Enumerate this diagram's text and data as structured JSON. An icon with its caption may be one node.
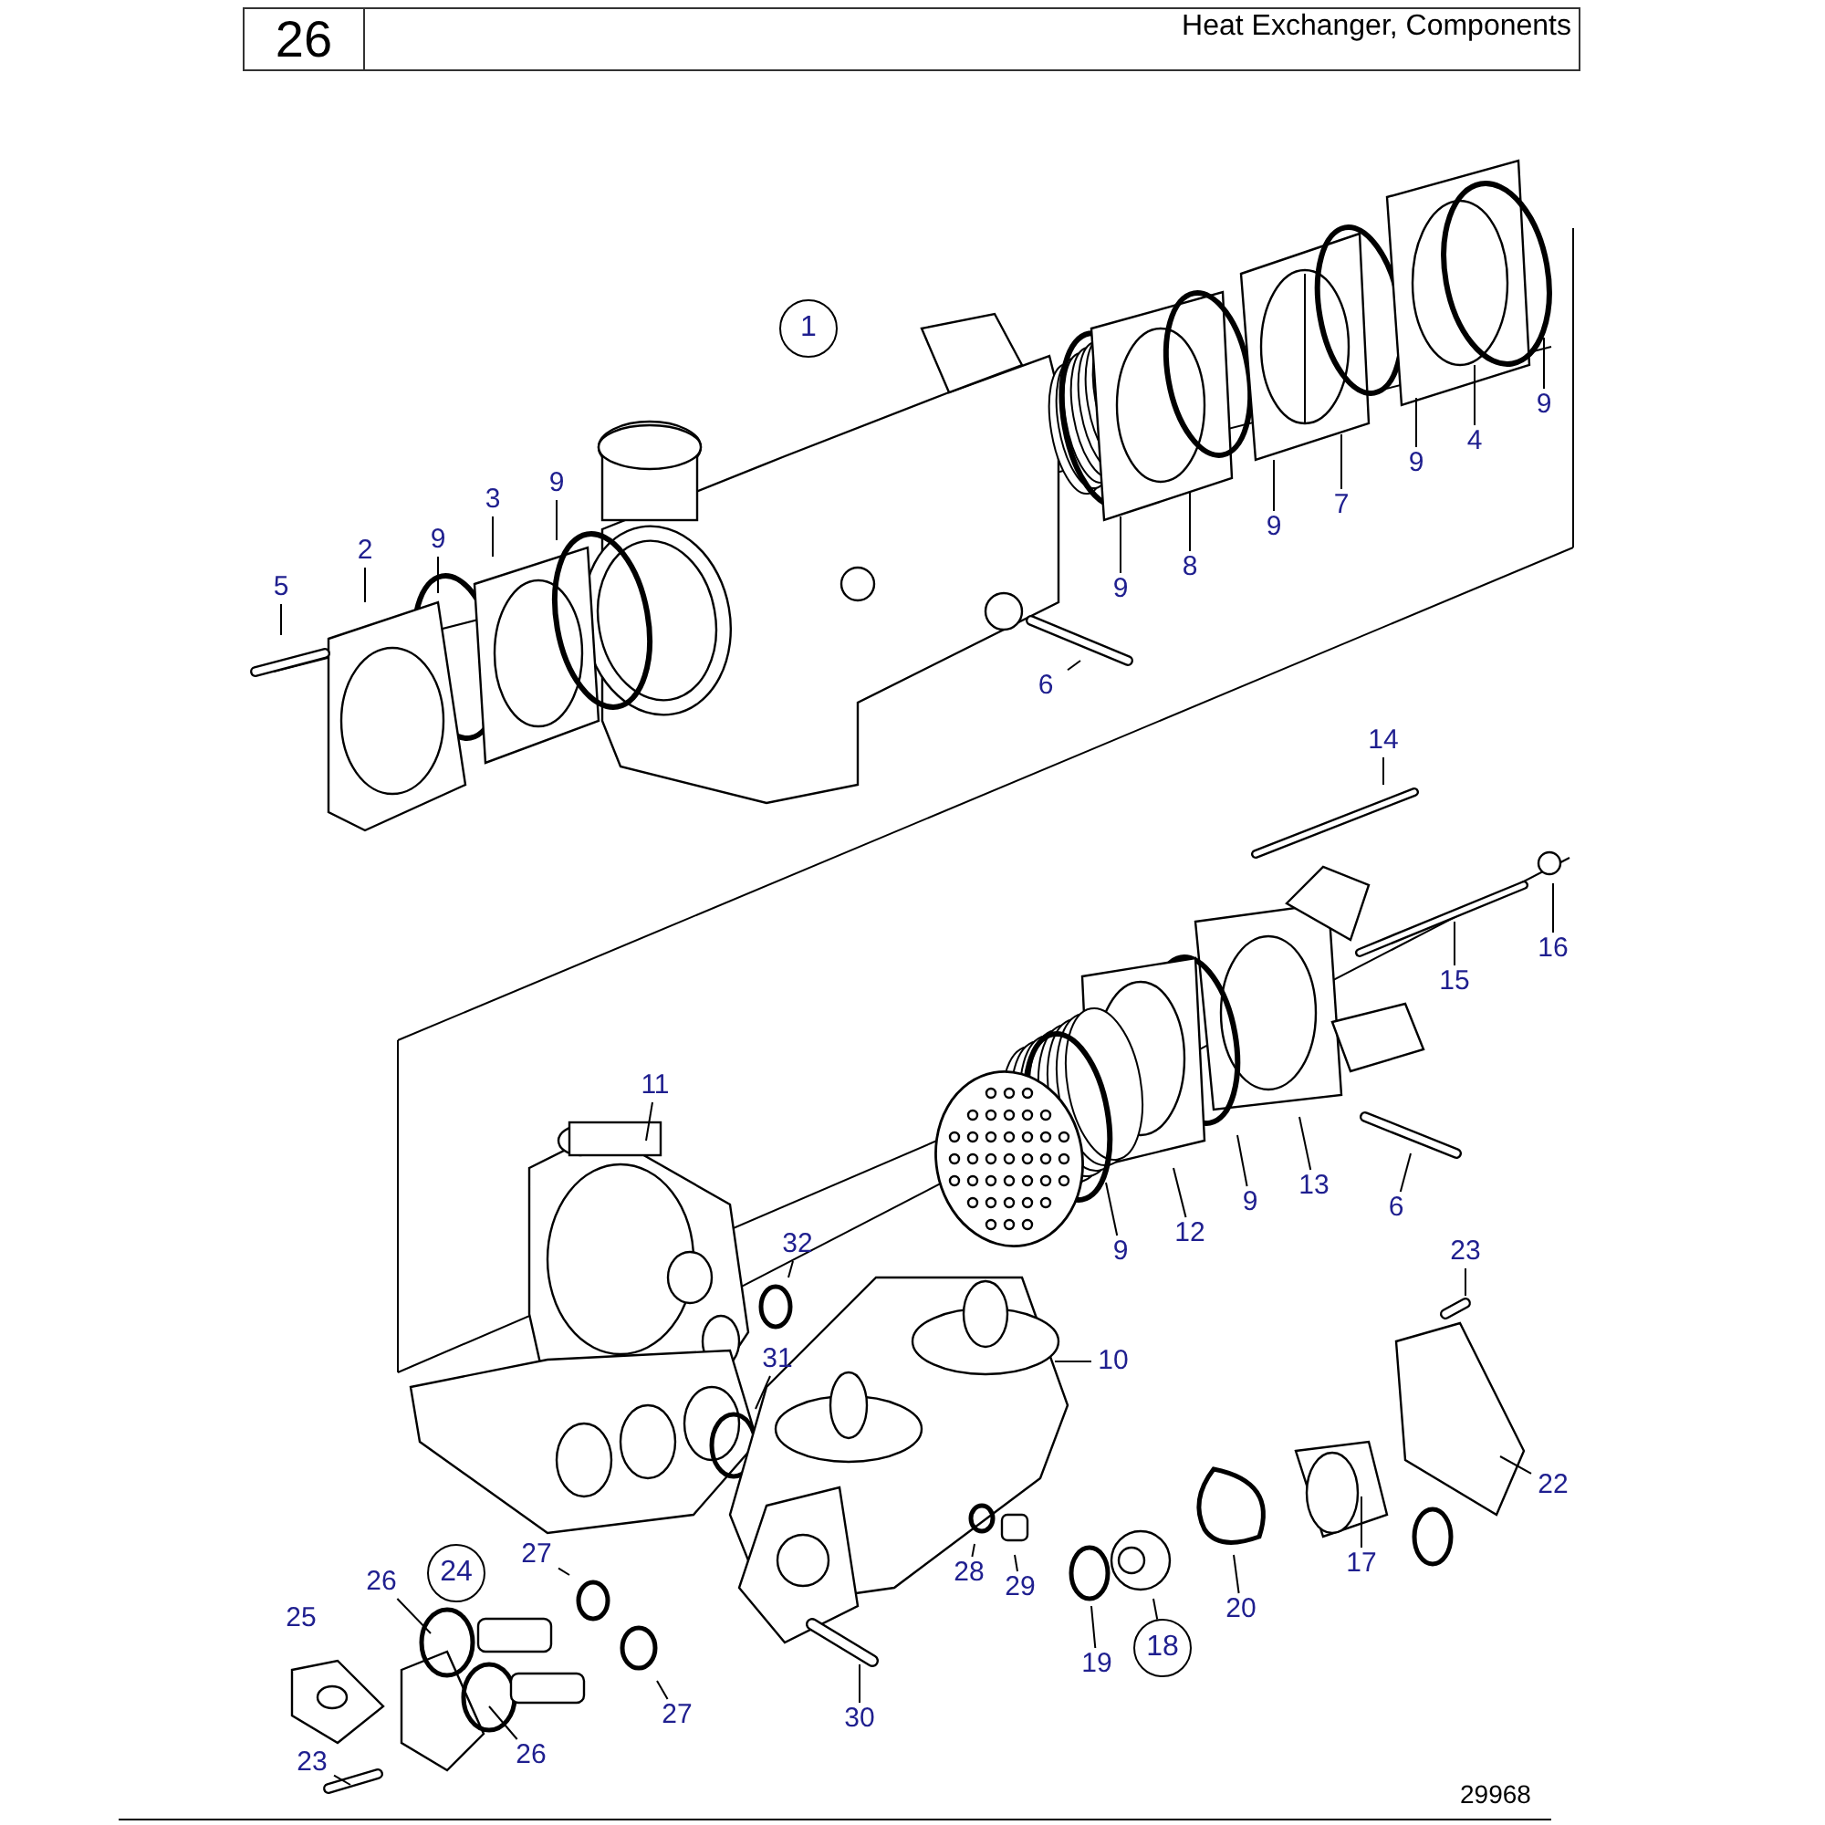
{
  "diagram": {
    "title": "Heat Exchanger, Components",
    "nodes": [
      {
        "text": [
          "1"
        ]
      },
      {
        "text": [
          "2"
        ]
      },
      {
        "text": [
          "9"
        ]
      },
      {
        "text": [
          "3"
        ]
      },
      {
        "text": [
          "9"
        ]
      },
      {
        "text": [
          "5"
        ]
      },
      {
        "text": [
          "9"
        ]
      },
      {
        "text": [
          "8"
        ]
      },
      {
        "text": [
          "9"
        ]
      },
      {
        "text": [
          "7"
        ]
      },
      {
        "text": [
          "9"
        ]
      },
      {
        "text": [
          "4"
        ]
      },
      {
        "text": [
          "9"
        ]
      },
      {
        "text": [
          "6"
        ]
      },
      {
        "text": [
          "14"
        ]
      },
      {
        "text": [
          "16"
        ]
      },
      {
        "text": [
          "15"
        ]
      },
      {
        "text": [
          "11"
        ]
      },
      {
        "text": [
          "9"
        ]
      },
      {
        "text": [
          "12"
        ]
      },
      {
        "text": [
          "9"
        ]
      },
      {
        "text": [
          "13"
        ]
      },
      {
        "text": [
          "6"
        ]
      },
      {
        "text": [
          "32"
        ]
      },
      {
        "text": [
          "23"
        ]
      },
      {
        "text": [
          "10"
        ]
      },
      {
        "text": [
          "31"
        ]
      },
      {
        "text": [
          "22"
        ]
      },
      {
        "text": [
          "27"
        ]
      },
      {
        "text": [
          "26"
        ]
      },
      {
        "text": [
          "28"
        ]
      },
      {
        "text": [
          "29"
        ]
      },
      {
        "text": [
          "17"
        ]
      },
      {
        "text": [
          "20"
        ]
      },
      {
        "text": [
          "24"
        ]
      },
      {
        "text": [
          "25"
        ]
      },
      {
        "text": [
          "19"
        ]
      },
      {
        "text": [
          "18"
        ]
      },
      {
        "text": [
          "27"
        ]
      },
      {
        "text": [
          "30"
        ]
      },
      {
        "text": [
          "23"
        ]
      },
      {
        "text": [
          "26"
        ]
      }
    ],
    "edges": [
      {
        "from": 1,
        "to": null,
        "arrow": "none"
      },
      {
        "from": 2,
        "to": null,
        "arrow": "none"
      },
      {
        "from": 3,
        "to": null,
        "arrow": "none"
      },
      {
        "from": 4,
        "to": null,
        "arrow": "none"
      },
      {
        "from": 5,
        "to": null,
        "arrow": "none"
      },
      {
        "from": 6,
        "to": null,
        "arrow": "none"
      },
      {
        "from": 7,
        "to": null,
        "arrow": "none"
      },
      {
        "from": 8,
        "to": null,
        "arrow": "none"
      },
      {
        "from": 9,
        "to": null,
        "arrow": "none"
      },
      {
        "from": 10,
        "to": null,
        "arrow": "none"
      },
      {
        "from": 11,
        "to": null,
        "arrow": "none"
      },
      {
        "from": 12,
        "to": null,
        "arrow": "none"
      },
      {
        "from": 13,
        "to": null,
        "arrow": "none"
      },
      {
        "from": 14,
        "to": null,
        "arrow": "none"
      },
      {
        "from": 15,
        "to": null,
        "arrow": "none"
      },
      {
        "from": 16,
        "to": null,
        "arrow": "none"
      },
      {
        "from": 17,
        "to": null,
        "arrow": "none"
      },
      {
        "from": 18,
        "to": null,
        "arrow": "none"
      },
      {
        "from": 19,
        "to": null,
        "arrow": "none"
      },
      {
        "from": 20,
        "to": null,
        "arrow": "none"
      },
      {
        "from": 21,
        "to": null,
        "arrow": "none"
      },
      {
        "from": 22,
        "to": null,
        "arrow": "none"
      },
      {
        "from": 23,
        "to": null,
        "arrow": "none"
      },
      {
        "from": 24,
        "to": null,
        "arrow": "none"
      },
      {
        "from": 25,
        "to": null,
        "arrow": "none"
      },
      {
        "from": 26,
        "to": null,
        "arrow": "none"
      },
      {
        "from": 27,
        "to": null,
        "arrow": "none"
      },
      {
        "from": 28,
        "to": null,
        "arrow": "none"
      },
      {
        "from": 29,
        "to": null,
        "arrow": "none"
      },
      {
        "from": 30,
        "to": null,
        "arrow": "none"
      },
      {
        "from": 31,
        "to": null,
        "arrow": "none"
      },
      {
        "from": 32,
        "to": null,
        "arrow": "none"
      },
      {
        "from": 33,
        "to": null,
        "arrow": "none"
      },
      {
        "from": 36,
        "to": null,
        "arrow": "none"
      },
      {
        "from": 37,
        "to": null,
        "arrow": "none"
      },
      {
        "from": 38,
        "to": null,
        "arrow": "none"
      },
      {
        "from": 39,
        "to": null,
        "arrow": "none"
      },
      {
        "from": 40,
        "to": null,
        "arrow": "none"
      },
      {
        "from": 41,
        "to": null,
        "arrow": "none"
      }
    ],
    "labels": [
      "26",
      "29968"
    ]
  }
}
